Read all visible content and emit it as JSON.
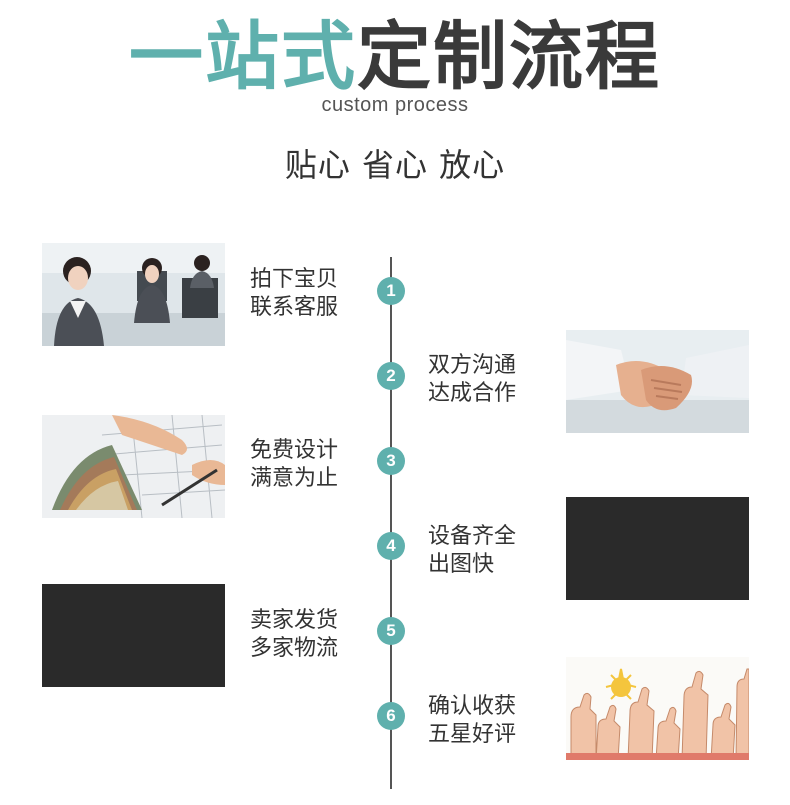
{
  "header": {
    "title_highlight": "一站式",
    "title_rest": "定制流程",
    "subtitle": "custom process",
    "slogan": "贴心 省心 放心"
  },
  "steps": [
    {
      "number": "1",
      "line1": "拍下宝贝",
      "line2": "联系客服"
    },
    {
      "number": "2",
      "line1": "双方沟通",
      "line2": "达成合作"
    },
    {
      "number": "3",
      "line1": "免费设计",
      "line2": "满意为止"
    },
    {
      "number": "4",
      "line1": "设备齐全",
      "line2": "出图快"
    },
    {
      "number": "5",
      "line1": "卖家发货",
      "line2": "多家物流"
    },
    {
      "number": "6",
      "line1": "确认收获",
      "line2": "五星好评"
    }
  ],
  "colors": {
    "accent": "#5fb0ad",
    "title_dark": "#3a3a3a",
    "line": "#555555",
    "placeholder": "#2a2a2a"
  }
}
